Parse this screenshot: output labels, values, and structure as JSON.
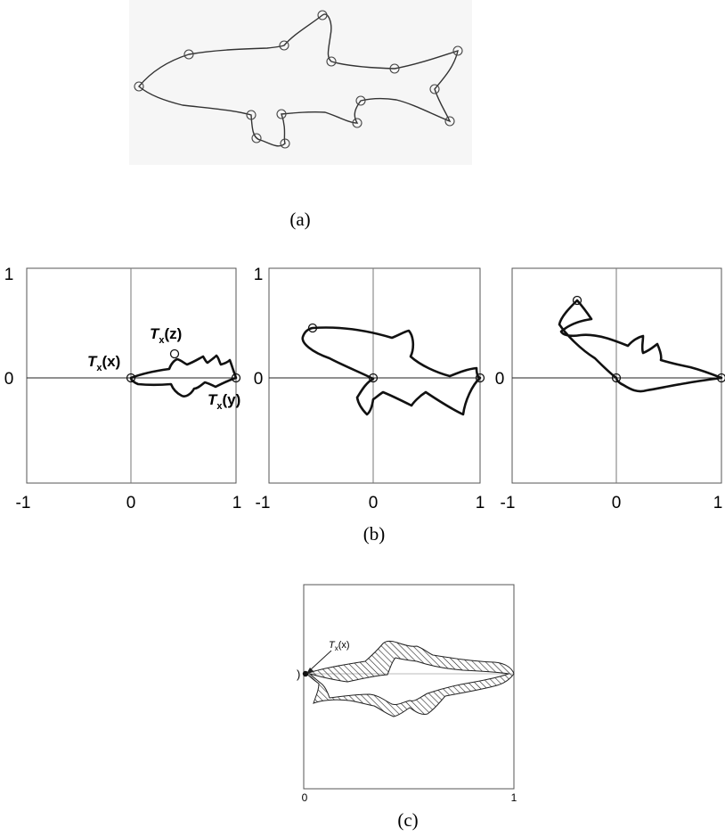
{
  "panel_a": {
    "caption": "(a)"
  },
  "panel_b": {
    "caption": "(b)",
    "y_ticks": [
      "1",
      "0"
    ],
    "x_ticks": [
      "-1",
      "0",
      "1"
    ],
    "labels": {
      "tx_x": {
        "main": "T",
        "sub": "x",
        "arg": "(x)"
      },
      "tx_z": {
        "main": "T",
        "sub": "x",
        "arg": "(z)"
      },
      "tx_y": {
        "main": "T",
        "sub": "x",
        "arg": "(y)"
      }
    }
  },
  "panel_c": {
    "caption": "(c)",
    "x_ticks": [
      "0",
      "1"
    ],
    "left_mark": ")",
    "label": {
      "main": "T",
      "sub": "x",
      "arg": "(x)"
    }
  }
}
